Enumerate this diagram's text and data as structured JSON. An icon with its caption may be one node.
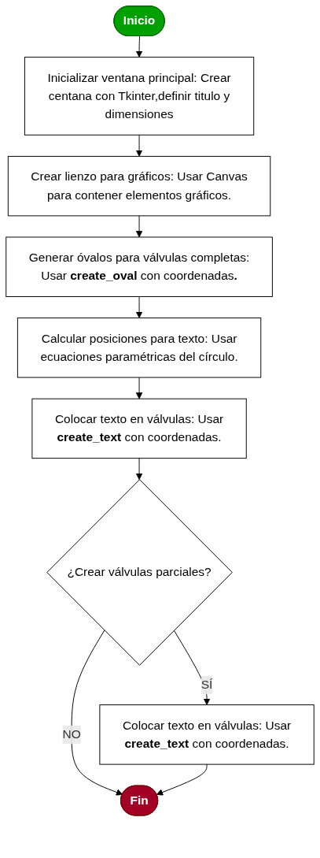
{
  "diagram": {
    "nodes": [
      {
        "text": [
          "Inicio"
        ]
      },
      {
        "text": [
          "Inicializar ventana principal: Crear centana con Tkinter,definir titulo y dimensiones"
        ]
      },
      {
        "text": [
          "Crear lienzo para gráficos: Usar Canvas para contener elementos gráficos."
        ]
      },
      {
        "text": [
          "Generar óvalos para válvulas completas: Usar **create_oval** con coordenadas**.**"
        ]
      },
      {
        "text": [
          "Calcular posiciones para texto: Usar ecuaciones paramétricas del círculo."
        ]
      },
      {
        "text": [
          "Colocar texto en válvulas: Usar **create_text** con coordenadas."
        ]
      },
      {
        "text": [
          "¿Crear válvulas parciales?"
        ]
      },
      {
        "text": [
          "Colocar texto en válvulas: Usar **create_text** con coordenadas."
        ]
      },
      {
        "text": [
          "Fin"
        ]
      }
    ],
    "edges": [
      {
        "from": 0,
        "to": 1,
        "arrow": "to"
      },
      {
        "from": 1,
        "to": 2,
        "arrow": "to"
      },
      {
        "from": 2,
        "to": 3,
        "arrow": "to"
      },
      {
        "from": 3,
        "to": 4,
        "arrow": "to"
      },
      {
        "from": 4,
        "to": 5,
        "arrow": "to"
      },
      {
        "from": 5,
        "to": 6,
        "arrow": "to"
      },
      {
        "from": 6,
        "to": 7,
        "arrow": "to",
        "label": "SÍ"
      },
      {
        "from": 6,
        "to": 8,
        "arrow": "to",
        "label": "NO"
      },
      {
        "from": 7,
        "to": 8,
        "arrow": "to"
      }
    ]
  }
}
